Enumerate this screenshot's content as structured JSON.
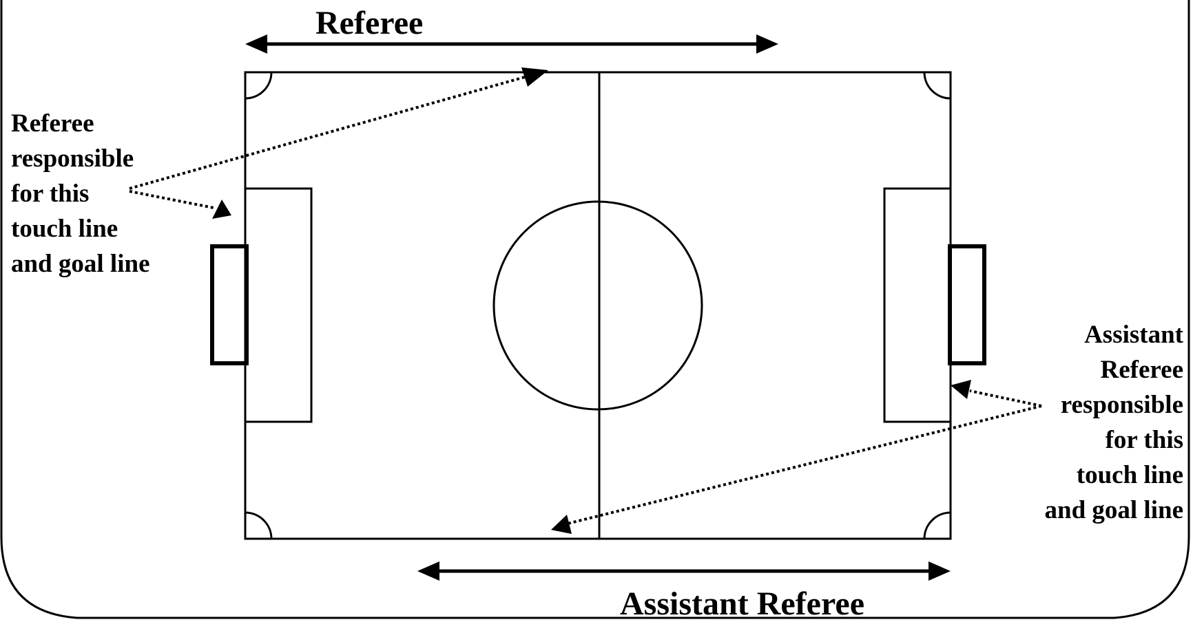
{
  "labels": {
    "referee_top": "Referee",
    "assistant_referee_bottom": "Assistant Referee"
  },
  "notes": {
    "referee": [
      "Referee",
      "responsible",
      "for this",
      "touch line",
      "and goal line"
    ],
    "assistant_referee": [
      "Assistant",
      "Referee",
      "responsible",
      "for this",
      "touch line",
      "and goal line"
    ]
  },
  "colors": {
    "ink": "#000000",
    "background": "#ffffff"
  }
}
